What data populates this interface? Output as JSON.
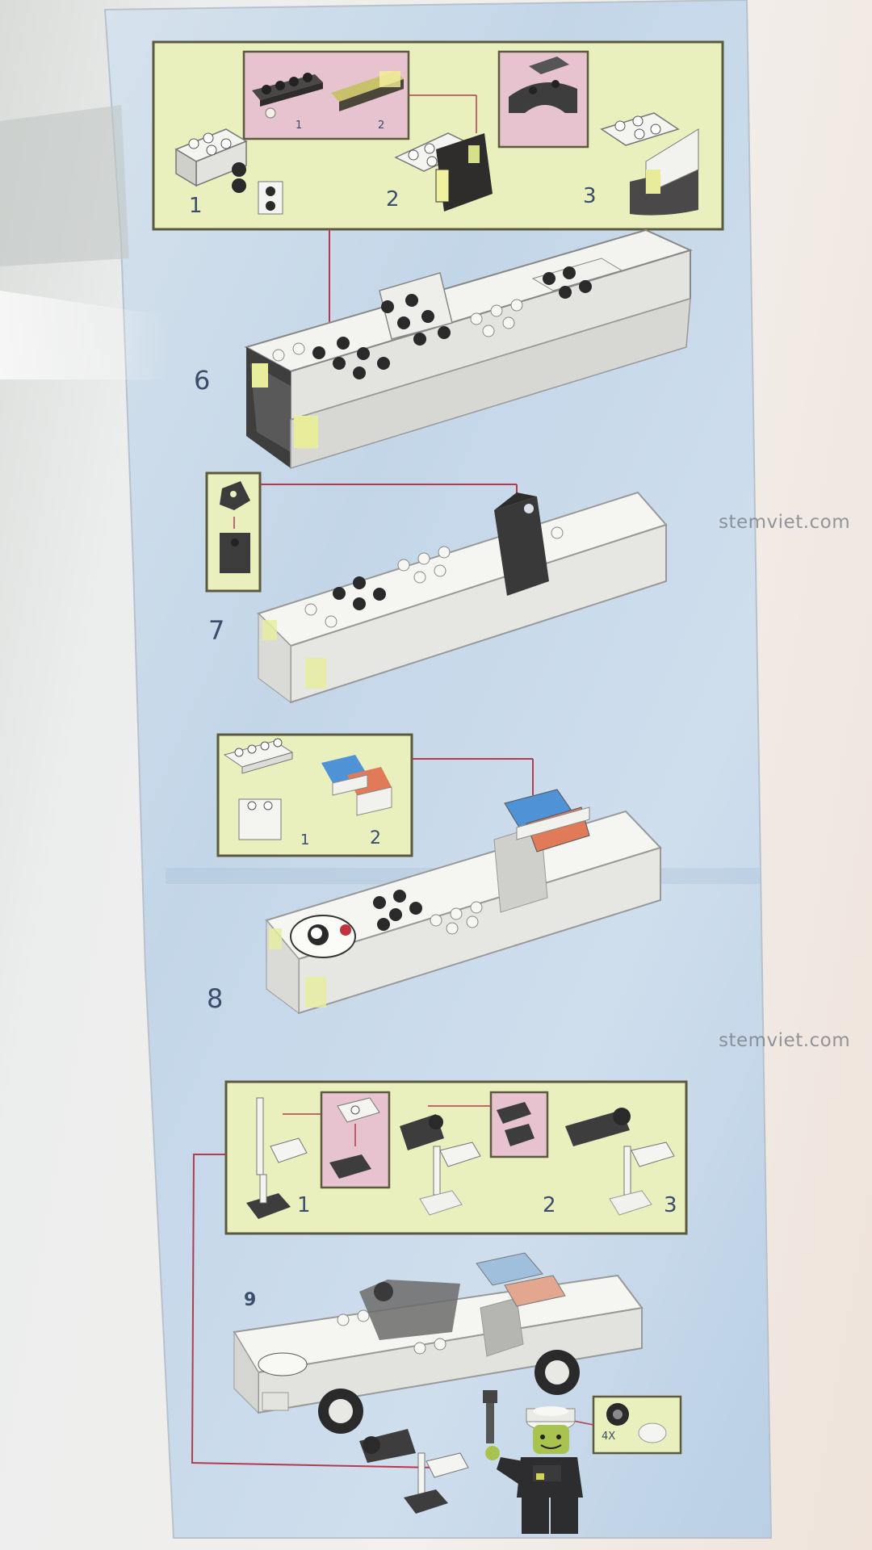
{
  "watermark": "stemviet.com",
  "steps": [
    {
      "number": "6",
      "sub_steps": [
        "1",
        "2",
        "3"
      ],
      "inset_sub_steps": [
        "1",
        "2"
      ]
    },
    {
      "number": "7"
    },
    {
      "number": "8",
      "sub_steps": [
        "1",
        "2"
      ]
    },
    {
      "number": "9",
      "sub_steps": [
        "1",
        "2",
        "3"
      ],
      "parts_count": "4X"
    }
  ],
  "colors": {
    "sheet_blue": "#c3d6e8",
    "callout_yellow": "#eaefbe",
    "callout_pink": "#e6c3cf",
    "callout_border": "#5b5a3e",
    "connector_red": "#b43a4e",
    "light_blue_brick": "#4f93d6",
    "orange_brick": "#e07a58"
  }
}
